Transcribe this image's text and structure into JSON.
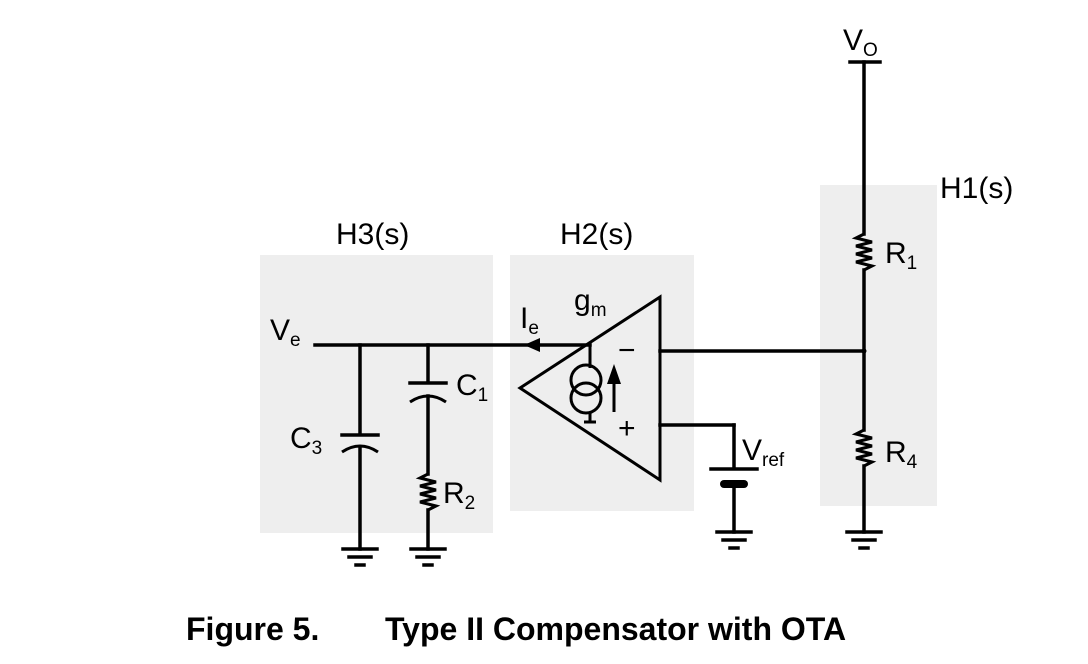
{
  "blocks": {
    "h1": "H1(s)",
    "h2": "H2(s)",
    "h3": "H3(s)"
  },
  "labels": {
    "vo": "V",
    "vo_sub": "O",
    "ve": "V",
    "ve_sub": "e",
    "ie": "I",
    "ie_sub": "e",
    "gm": "g",
    "gm_sub": "m",
    "vref": "V",
    "vref_sub": "ref",
    "r1": "R",
    "r1_sub": "1",
    "r2": "R",
    "r2_sub": "2",
    "r4": "R",
    "r4_sub": "4",
    "c1": "C",
    "c1_sub": "1",
    "c3": "C",
    "c3_sub": "3",
    "minus": "−",
    "plus": "+"
  },
  "caption": {
    "number": "Figure 5.",
    "title": "Type II Compensator with OTA"
  }
}
